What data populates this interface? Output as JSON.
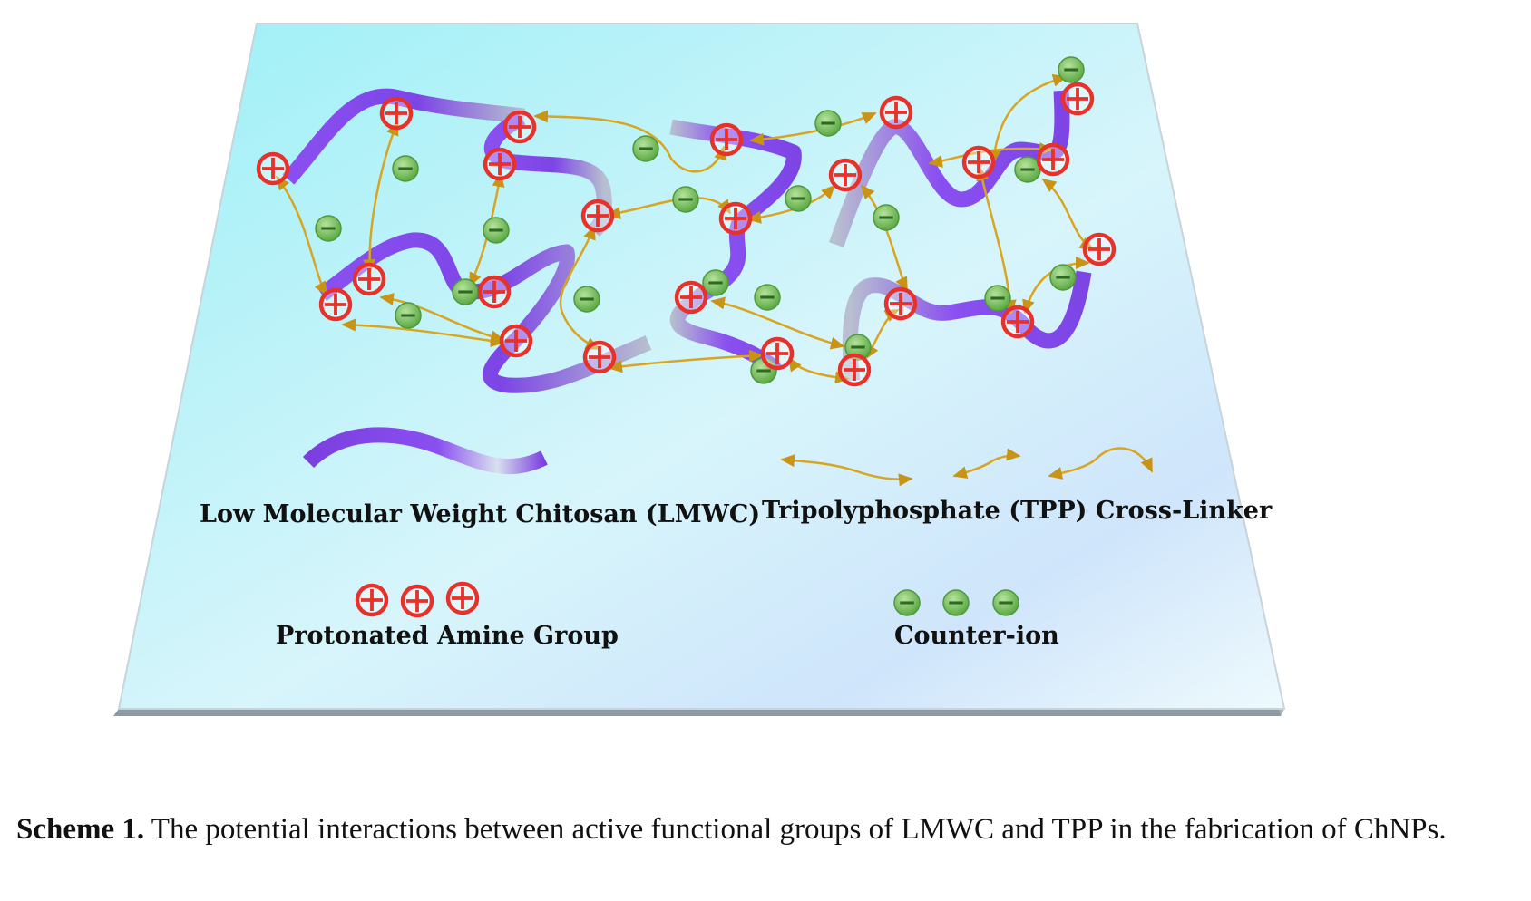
{
  "diagram": {
    "legend": {
      "chitosan_label": "Low Molecular Weight Chitosan (LMWC)",
      "crosslinker_label": "Tripolyphosphate (TPP) Cross-Linker",
      "amine_label": "Protonated Amine Group",
      "counterion_label": "Counter-ion"
    },
    "colors": {
      "chitosan_purple": "#7b3fe0",
      "chitosan_silver": "#9aa6b8",
      "crosslinker_gold": "#d9a520",
      "amine_red": "#e8312a",
      "counterion_green": "#5fb04a",
      "plate_top": "#aef3f7",
      "plate_bottom": "#e4f6fb"
    },
    "icons": [
      "plus-circle-icon",
      "minus-circle-icon",
      "double-arrow-icon"
    ]
  },
  "caption": {
    "label": "Scheme 1.",
    "text": "The potential interactions between active functional groups of LMWC and TPP in the fabrication of ChNPs."
  }
}
